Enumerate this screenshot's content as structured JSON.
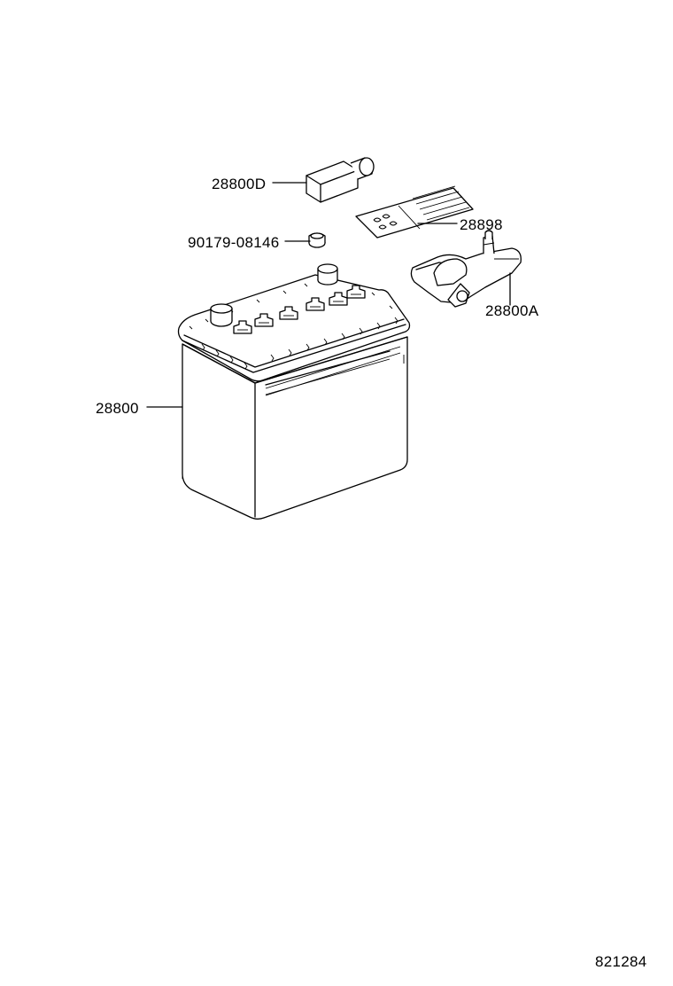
{
  "diagram": {
    "callouts": {
      "battery": "28800",
      "plug": "28800D",
      "caution_label": "28898",
      "bolt": "90179-08146",
      "terminal_clamp": "28800A"
    },
    "illustration_number": "821284"
  }
}
